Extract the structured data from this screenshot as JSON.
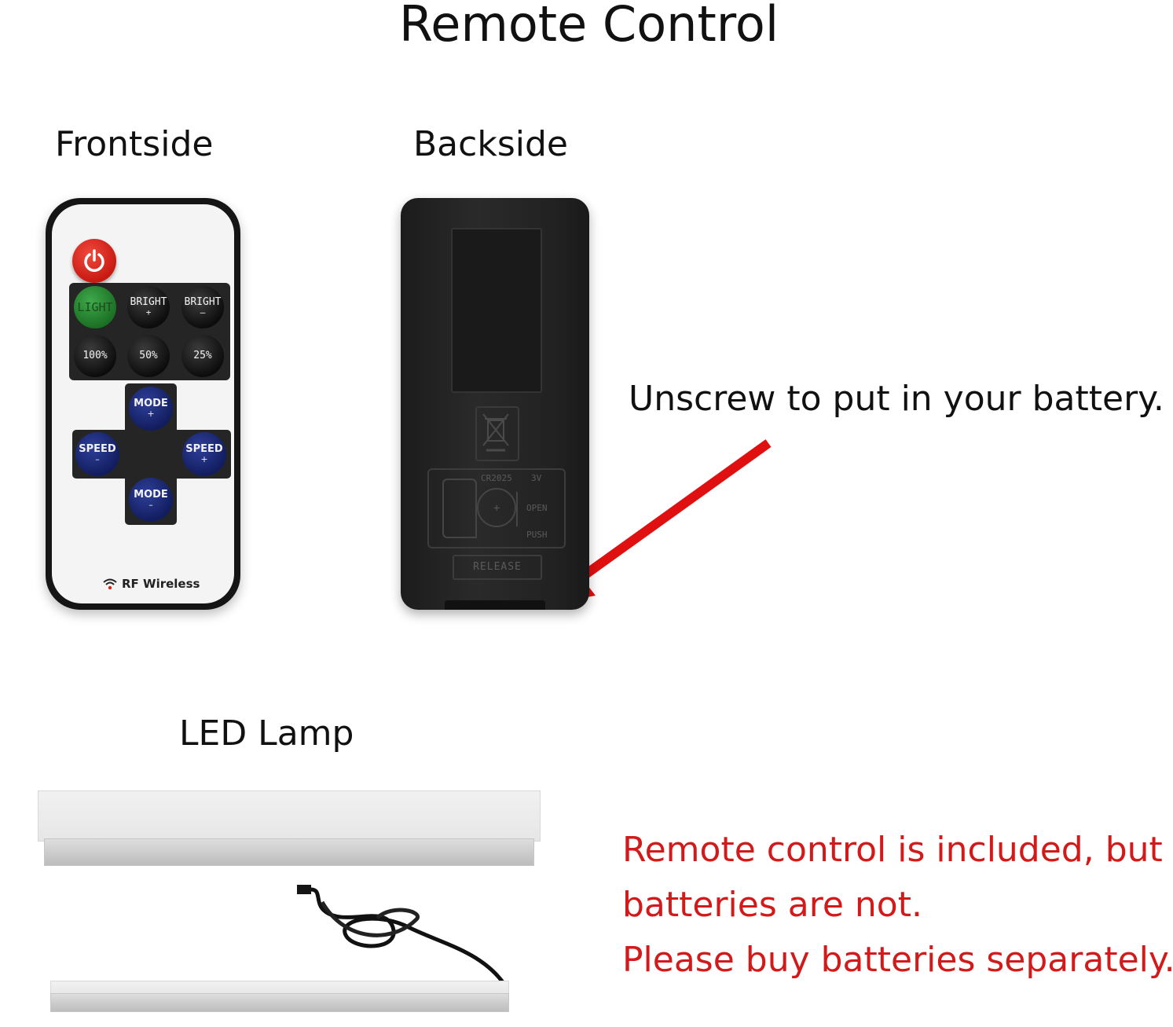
{
  "title": "Remote Control",
  "labels": {
    "frontside": "Frontside",
    "backside": "Backside",
    "led_lamp": "LED Lamp"
  },
  "battery_note": "Unscrew to put in your battery.",
  "notice": {
    "line1": "Remote control is included, but",
    "line2": "batteries are not.",
    "line3": "Please buy batteries separately.",
    "color": "#d31a1a"
  },
  "front_remote": {
    "buttons_row1": [
      {
        "label": "LIGHT",
        "sub": ""
      },
      {
        "label": "BRIGHT",
        "sub": "+"
      },
      {
        "label": "BRIGHT",
        "sub": "–"
      }
    ],
    "buttons_row2": [
      {
        "label": "100%"
      },
      {
        "label": "50%"
      },
      {
        "label": "25%"
      }
    ],
    "mode_up": {
      "label": "MODE",
      "sub": "+"
    },
    "mode_down": {
      "label": "MODE",
      "sub": "–"
    },
    "speed_left": {
      "label": "SPEED",
      "sub": "–"
    },
    "speed_right": {
      "label": "SPEED",
      "sub": "+"
    },
    "rf_label": "RF Wireless",
    "power_color": "#d8261c",
    "light_color": "#2f8f3a",
    "nav_color": "#1c2a7a"
  },
  "back_remote": {
    "battery_type": "CR2025",
    "voltage": "3V",
    "open": "OPEN",
    "push": "PUSH",
    "release": "RELEASE"
  },
  "arrow_color": "#e01010"
}
